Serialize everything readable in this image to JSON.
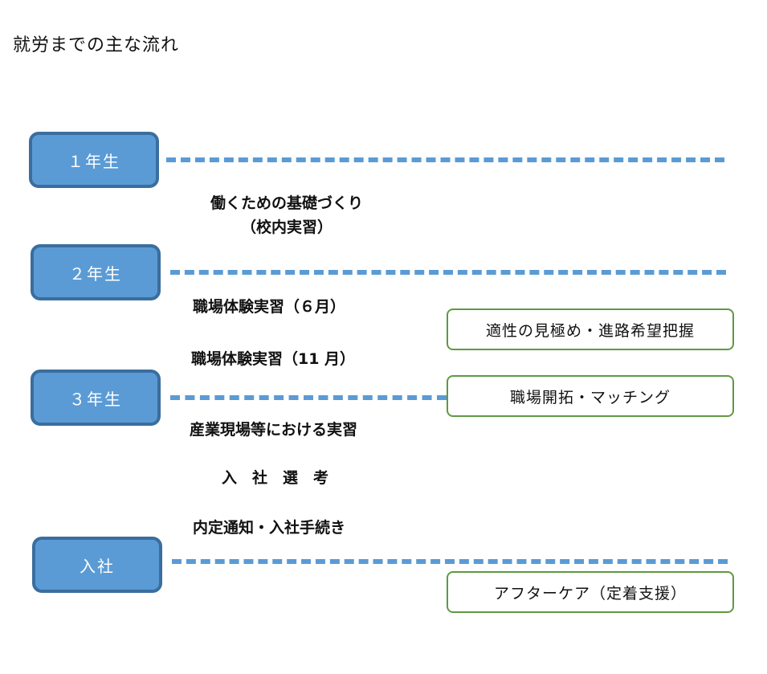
{
  "title": "就労までの主な流れ",
  "stages": [
    {
      "label": "１年生"
    },
    {
      "label": "２年生"
    },
    {
      "label": "３年生"
    },
    {
      "label": "入社"
    }
  ],
  "steps": [
    {
      "line1": "働くための基礎づくり",
      "line2": "（校内実習）"
    },
    {
      "text": "職場体験実習（６月）"
    },
    {
      "text": "職場体験実習（11 月）"
    },
    {
      "text": "産業現場等における実習"
    },
    {
      "text": "入　社　選　考"
    },
    {
      "text": "内定通知・入社手続き"
    }
  ],
  "support": [
    {
      "label": "適性の見極め・進路希望把握"
    },
    {
      "label": "職場開拓・マッチング"
    },
    {
      "label": "アフターケア（定着支援）"
    }
  ],
  "colors": {
    "stage_fill": "#5b9bd5",
    "stage_border": "#3a6e9e",
    "dash": "#5b9bd5",
    "support_border": "#5f9942"
  }
}
